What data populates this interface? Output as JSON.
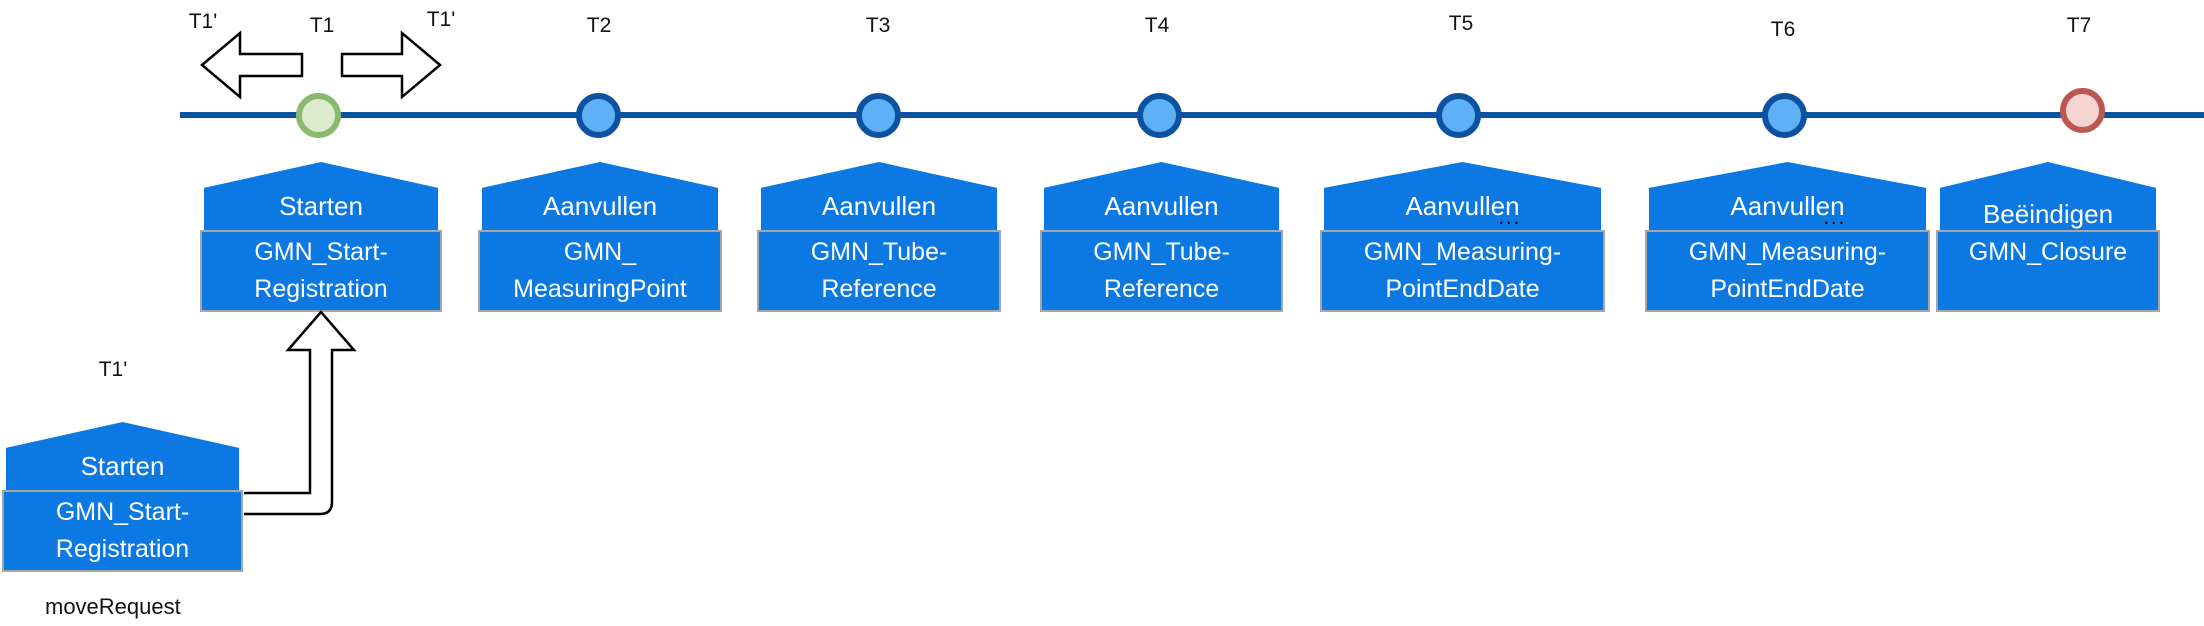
{
  "colors": {
    "box_blue": "#0c78e2",
    "body_border": "#a6a6a6",
    "line_blue": "#0d52a0",
    "circle_blue_fill": "#5eb0f7",
    "green_fill": "#dcebcd",
    "green_stroke": "#8aba6d",
    "red_fill": "#f5d4d2",
    "red_stroke": "#bd5752",
    "text_dark": "#111111"
  },
  "timeline": {
    "move_marker_left": "T1'",
    "move_marker_right": "T1'",
    "events": [
      {
        "time_label": "T1",
        "action": "Starten",
        "message_line1": "GMN_Start-",
        "message_line2": "Registration",
        "milestone_color": "green"
      },
      {
        "time_label": "T2",
        "action": "Aanvullen",
        "message_line1": "GMN_",
        "message_line2": "MeasuringPoint",
        "milestone_color": "blue"
      },
      {
        "time_label": "T3",
        "action": "Aanvullen",
        "message_line1": "GMN_Tube-",
        "message_line2": "Reference",
        "milestone_color": "blue"
      },
      {
        "time_label": "T4",
        "action": "Aanvullen",
        "message_line1": "GMN_Tube-",
        "message_line2": "Reference",
        "milestone_color": "blue"
      },
      {
        "time_label": "T5",
        "action": "Aanvullen",
        "dots": "...",
        "message_line1": "GMN_Measuring-",
        "message_line2": "PointEndDate",
        "milestone_color": "blue"
      },
      {
        "time_label": "T6",
        "action": "Aanvullen",
        "dots": "...",
        "message_line1": "GMN_Measuring-",
        "message_line2": "PointEndDate",
        "milestone_color": "blue"
      },
      {
        "time_label": "T7",
        "action": "Beëindigen",
        "message_line1": "GMN_Closure",
        "message_line2": "",
        "milestone_color": "red"
      }
    ]
  },
  "move_request": {
    "time_label": "T1'",
    "action": "Starten",
    "message_line1": "GMN_Start-",
    "message_line2": "Registration",
    "caption": "moveRequest"
  }
}
